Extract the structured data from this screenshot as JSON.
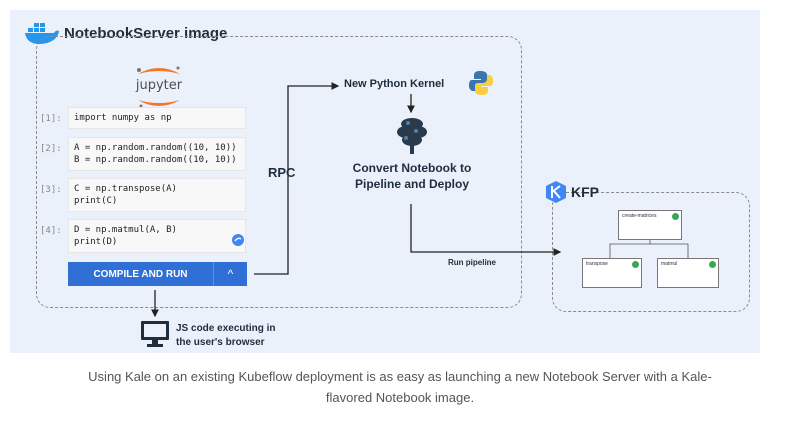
{
  "notebook_server": {
    "title": "NotebookServer image"
  },
  "jupyter": {
    "logo_text": "jupyter"
  },
  "cells": [
    {
      "no": "[1]:",
      "lines": [
        "import numpy as np"
      ]
    },
    {
      "no": "[2]:",
      "lines": [
        "A = np.random.random((10, 10))",
        "B = np.random.random((10, 10))"
      ]
    },
    {
      "no": "[3]:",
      "lines": [
        "C = np.transpose(A)",
        "print(C)"
      ]
    },
    {
      "no": "[4]:",
      "lines": [
        "D = np.matmul(A, B)",
        "print(D)"
      ]
    }
  ],
  "buttons": {
    "compile_run": "COMPILE AND RUN",
    "expand": "^"
  },
  "labels": {
    "rpc": "RPC",
    "new_kernel": "New Python Kernel",
    "convert_line1": "Convert Notebook to",
    "convert_line2": "Pipeline and Deploy",
    "run_pipeline": "Run pipeline",
    "js_line1": "JS code executing in",
    "js_line2": "the user's browser"
  },
  "kfp": {
    "title": "KFP",
    "nodes": [
      "create-matrices",
      "transpose",
      "matmul"
    ]
  },
  "caption": {
    "line1": "Using Kale on an existing Kubeflow deployment is as easy as launching a new Notebook Server with a Kale-",
    "line2": "flavored Notebook image."
  },
  "colors": {
    "panel": "#eaf1fb",
    "button": "#2f6fd6",
    "docker": "#2496ed",
    "kfp": "#4285f4",
    "jupyter_orange": "#f37726"
  },
  "icons": [
    "docker-icon",
    "jupyter-logo-icon",
    "python-icon",
    "kale-icon",
    "kfp-icon",
    "monitor-icon",
    "kale-cell-icon"
  ]
}
